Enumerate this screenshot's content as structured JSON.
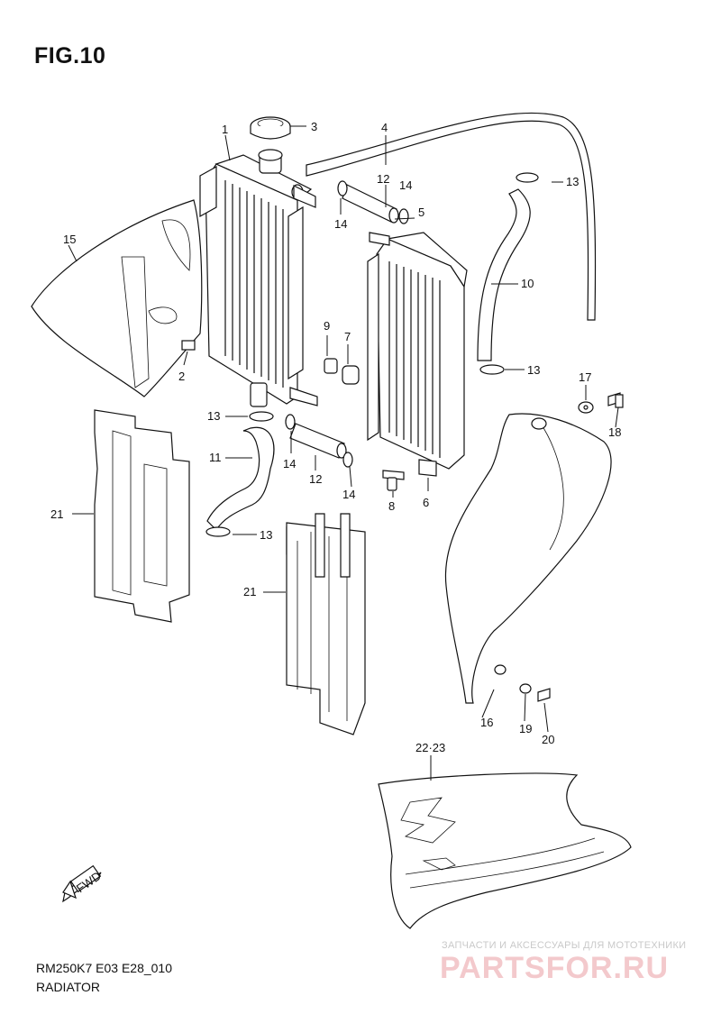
{
  "figure": {
    "title": "FIG.10"
  },
  "footer": {
    "model_code": "RM250K7 E03 E28_010",
    "section_name": "RADIATOR"
  },
  "watermark": {
    "subtitle": "ЗАПЧАСТИ И АКСЕССУАРЫ ДЛЯ МОТОТЕХНИКИ",
    "brand": "PARTSFOR.RU"
  },
  "fwd_label": "FWD",
  "callouts": {
    "p1": "1",
    "p2": "2",
    "p3": "3",
    "p4": "4",
    "p5": "5",
    "p6": "6",
    "p7": "7",
    "p8": "8",
    "p9": "9",
    "p10": "10",
    "p11": "11",
    "p12a": "12",
    "p12b": "12",
    "p13a": "13",
    "p13b": "13",
    "p13c": "13",
    "p13d": "13",
    "p14a": "14",
    "p14b": "14",
    "p14c": "14",
    "p14d": "14",
    "p15": "15",
    "p16": "16",
    "p17": "17",
    "p18": "18",
    "p19": "19",
    "p20": "20",
    "p21a": "21",
    "p21b": "21",
    "p2223": "22·23"
  },
  "colors": {
    "line": "#111111",
    "watermark_brand": "#f3c9cc",
    "watermark_sub": "#c9c9c9"
  }
}
